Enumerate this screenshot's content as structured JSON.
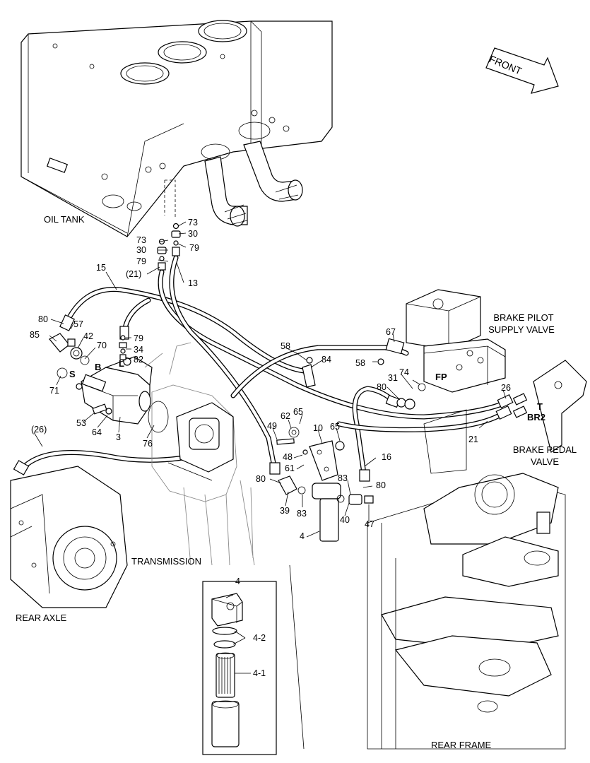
{
  "section_labels": {
    "oil_tank": "OIL TANK",
    "front": "FRONT",
    "brake_pilot_line1": "BRAKE PILOT",
    "brake_pilot_line2": "SUPPLY VALVE",
    "brake_pedal_line1": "BRAKE PEDAL",
    "brake_pedal_line2": "VALVE",
    "transmission": "TRANSMISSION",
    "rear_axle": "REAR AXLE",
    "rear_frame": "REAR FRAME"
  },
  "port_labels": {
    "B": "B",
    "L": "L",
    "S": "S",
    "FP": "FP",
    "T": "T",
    "BR2": "BR2"
  },
  "callouts": {
    "c73a": "73",
    "c30a": "30",
    "c79a": "79",
    "c73b": "73",
    "c30b": "30",
    "c79b": "79",
    "c21p": "(21)",
    "c13": "13",
    "c15": "15",
    "c80a": "80",
    "c57": "57",
    "c85": "85",
    "c42": "42",
    "c70": "70",
    "c79c": "79",
    "c34": "34",
    "c82": "82",
    "c71": "71",
    "c53": "53",
    "c64": "64",
    "c3": "3",
    "c76": "76",
    "c26p": "(26)",
    "c58a": "58",
    "c84": "84",
    "c67": "67",
    "c58b": "58",
    "c74": "74",
    "c31": "31",
    "c80b": "80",
    "c26": "26",
    "c21": "21",
    "c49": "49",
    "c62": "62",
    "c65a": "65",
    "c10": "10",
    "c65b": "65",
    "c16": "16",
    "c48": "48",
    "c61": "61",
    "c80c": "80",
    "c83a": "83",
    "c80d": "80",
    "c39": "39",
    "c83b": "83",
    "c40": "40",
    "c47": "47",
    "c4": "4",
    "c4top": "4",
    "c4_2": "4-2",
    "c4_1": "4-1"
  }
}
